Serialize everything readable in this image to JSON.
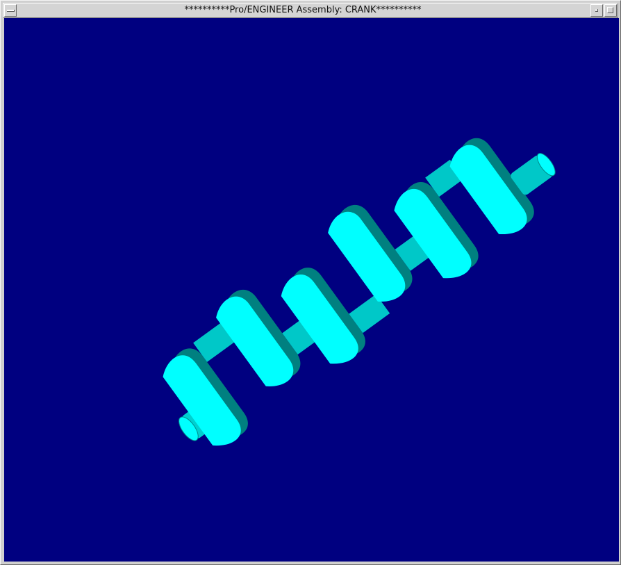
{
  "window": {
    "title": "**********Pro/ENGINEER Assembly: CRANK**********"
  },
  "titlebar": {
    "buttons": [
      {
        "name": "window-menu-button",
        "icon": "menu-bar-icon"
      },
      {
        "name": "minimize-button",
        "icon": "minimize-icon"
      },
      {
        "name": "maximize-button",
        "icon": "maximize-icon"
      }
    ]
  },
  "viewport": {
    "background": "#000080",
    "model": {
      "name": "CRANK",
      "shading_color": "#00ffff",
      "shadow_color": "#008080"
    }
  }
}
